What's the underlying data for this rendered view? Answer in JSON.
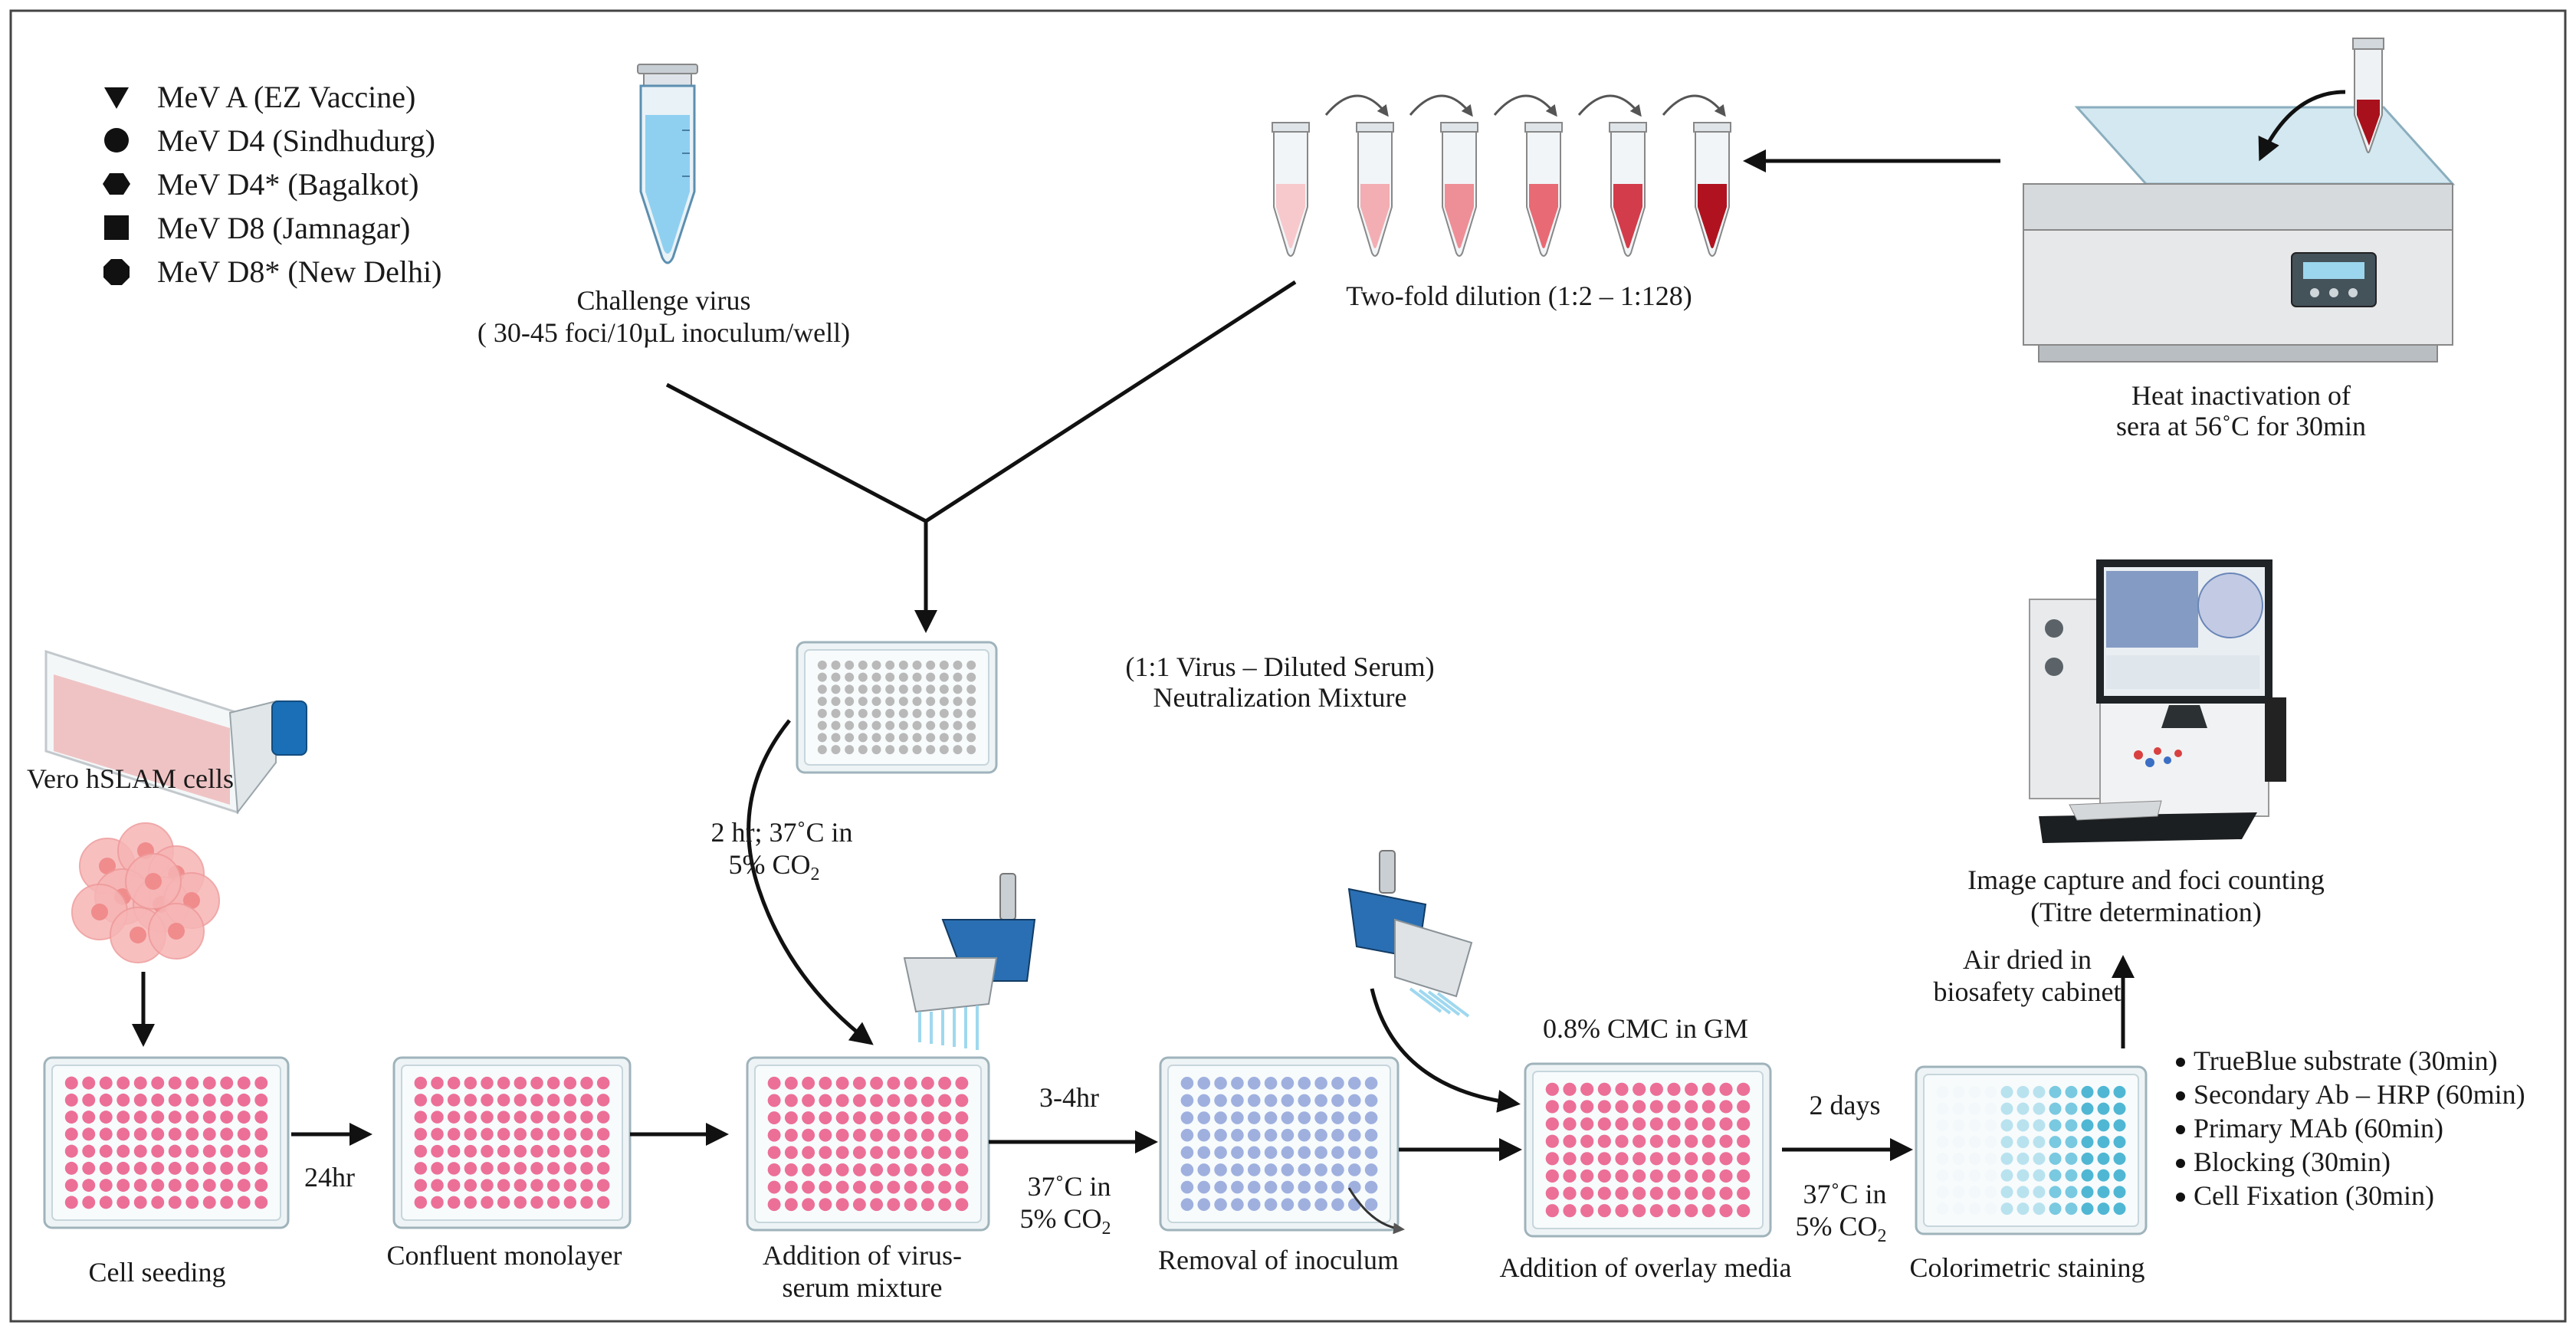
{
  "legend": [
    {
      "marker": "triangle-down",
      "label": "MeV A (EZ Vaccine)"
    },
    {
      "marker": "circle",
      "label": "MeV D4 (Sindhudurg)"
    },
    {
      "marker": "hexagon",
      "label": "MeV D4* (Bagalkot)"
    },
    {
      "marker": "square",
      "label": "MeV D8 (Jamnagar)"
    },
    {
      "marker": "octagon",
      "label": "MeV D8* (New Delhi)"
    }
  ],
  "challenge": {
    "line1": "Challenge virus",
    "line2": "( 30-45 foci/10µL inoculum/well)"
  },
  "dilution": {
    "label": "Two-fold dilution (1:2 – 1:128)"
  },
  "heat": {
    "line1": "Heat inactivation of",
    "line2": "sera at 56˚C for 30min"
  },
  "mixture": {
    "line1": "(1:1 Virus – Diluted Serum)",
    "line2": "Neutralization  Mixture"
  },
  "vero": {
    "label": "Vero hSLAM cells"
  },
  "incubation1": {
    "line1": "2 hr; 37˚C in",
    "line2a": "5% CO",
    "sub": "2"
  },
  "overlay_top": {
    "label": "0.8% CMC in GM"
  },
  "air_dried": {
    "line1": "Air dried in",
    "line2": "biosafety cabinet"
  },
  "image_capture": {
    "line1": "Image capture and foci counting",
    "line2": "(Titre determination)"
  },
  "arrows": {
    "a1": "24hr",
    "a3_top": "3-4hr",
    "a3_bot1": "37˚C in",
    "a3_bot2": "5% CO",
    "a3_sub": "2",
    "a5_top": "2 days",
    "a5_bot1": "37˚C in",
    "a5_bot2": "5% CO",
    "a5_sub": "2"
  },
  "steps": [
    {
      "label": "Cell seeding"
    },
    {
      "label": "Confluent monolayer"
    },
    {
      "line1": "Addition of virus-",
      "line2": "serum mixture"
    },
    {
      "label": "Removal of inoculum"
    },
    {
      "label": "Addition of overlay media"
    },
    {
      "label": "Colorimetric staining"
    }
  ],
  "staining_steps": [
    "TrueBlue substrate (30min)",
    "Secondary Ab – HRP (60min)",
    "Primary MAb (60min)",
    "Blocking  (30min)",
    "Cell Fixation (30min)"
  ],
  "colors": {
    "pink_well": "#ec6f97",
    "blue_well": "#9fb0df",
    "grey_well": "#b9b9b9",
    "teal_well": "#4fb7d4",
    "pipette_blue": "#2a6fb3",
    "flask_red": "#f07070",
    "serum_red": "#a8111c"
  }
}
